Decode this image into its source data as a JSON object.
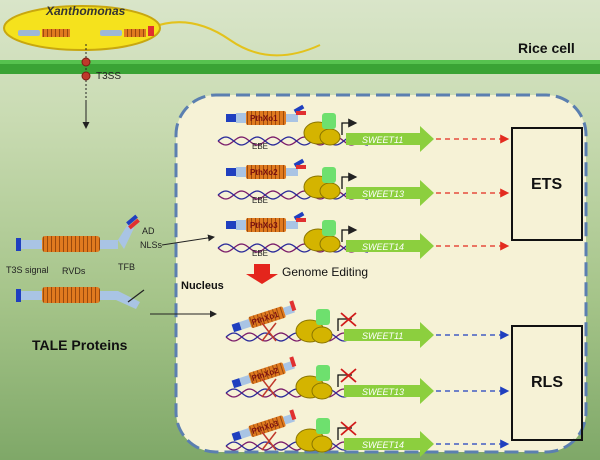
{
  "bacterium": {
    "name": "Xanthomonas"
  },
  "cell": {
    "label": "Rice cell",
    "secretion": "T3SS"
  },
  "tale": {
    "signal": "T3S signal",
    "rvds": "RVDs",
    "tfb": "TFB",
    "ad": "AD",
    "nls": "NLSs",
    "title": "TALE Proteins"
  },
  "nucleus": {
    "label": "Nucleus",
    "editing": "Genome Editing"
  },
  "top_rows": [
    {
      "effector": "PthXo1",
      "gene": "SWEET11",
      "site": "EBE"
    },
    {
      "effector": "PthXo2",
      "gene": "SWEET13",
      "site": "EBE"
    },
    {
      "effector": "PthXo3",
      "gene": "SWEET14",
      "site": "EBE"
    }
  ],
  "bottom_rows": [
    {
      "effector": "PthXo1",
      "gene": "SWEET11"
    },
    {
      "effector": "PthXo2",
      "gene": "SWEET13"
    },
    {
      "effector": "PthXo3",
      "gene": "SWEET14"
    }
  ],
  "outcomes": {
    "top": "ETS",
    "bottom": "RLS"
  },
  "colors": {
    "membrane": "#3aa335",
    "rvd": "#e07a1f",
    "arrow_green": "#8ccf3e",
    "polymerase": "#d4b400",
    "activator": "#6ee06e",
    "red_dash": "#e32b1f",
    "blue_dash": "#1f3fbf",
    "edit_arrow": "#e4251c",
    "nucleus_fill": "#f6f2d6",
    "nucleus_border": "#5b7fb0"
  }
}
